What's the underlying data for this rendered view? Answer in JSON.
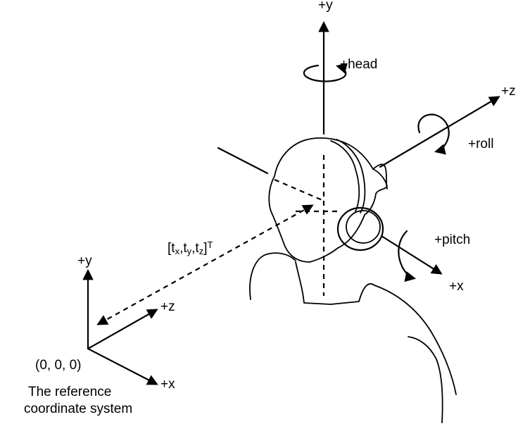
{
  "head_frame": {
    "axis_y_label": "+y",
    "axis_z_label": "+z",
    "axis_x_label": "+x",
    "rotation_head_label": "+head",
    "rotation_roll_label": "+roll",
    "rotation_pitch_label": "+pitch"
  },
  "translation": {
    "label_open": "[t",
    "sub_x": "x",
    "sub_y": "y",
    "sub_z": "z",
    "sep": ",t",
    "label_close": "]",
    "sup_t": "T"
  },
  "reference_frame": {
    "axis_y_label": "+y",
    "axis_z_label": "+z",
    "axis_x_label": "+x",
    "origin_label": "(0, 0, 0)",
    "caption_line1": "The reference",
    "caption_line2": "coordinate system"
  }
}
